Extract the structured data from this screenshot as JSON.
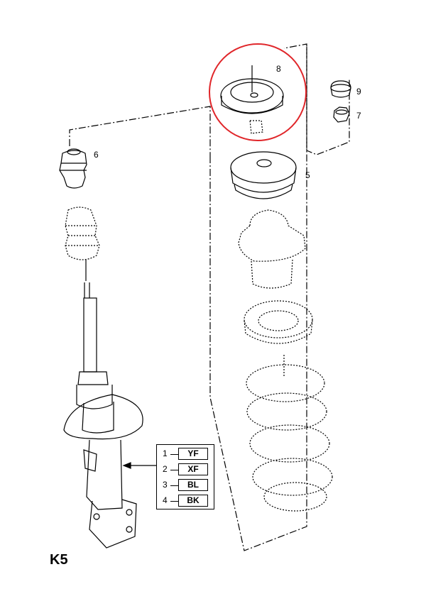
{
  "diagram": {
    "sheet_code": "K5",
    "highlight_color": "#e0262a",
    "line_color": "#000000",
    "parts": [
      {
        "ref": "1",
        "label": "8"
      },
      {
        "ref": "2",
        "label": "9"
      },
      {
        "ref": "3",
        "label": "7"
      },
      {
        "ref": "4",
        "label": "6"
      },
      {
        "ref": "5",
        "label": "5"
      }
    ],
    "legend": [
      {
        "num": "1",
        "code": "YF"
      },
      {
        "num": "2",
        "code": "XF"
      },
      {
        "num": "3",
        "code": "BL"
      },
      {
        "num": "4",
        "code": "BK"
      }
    ]
  }
}
